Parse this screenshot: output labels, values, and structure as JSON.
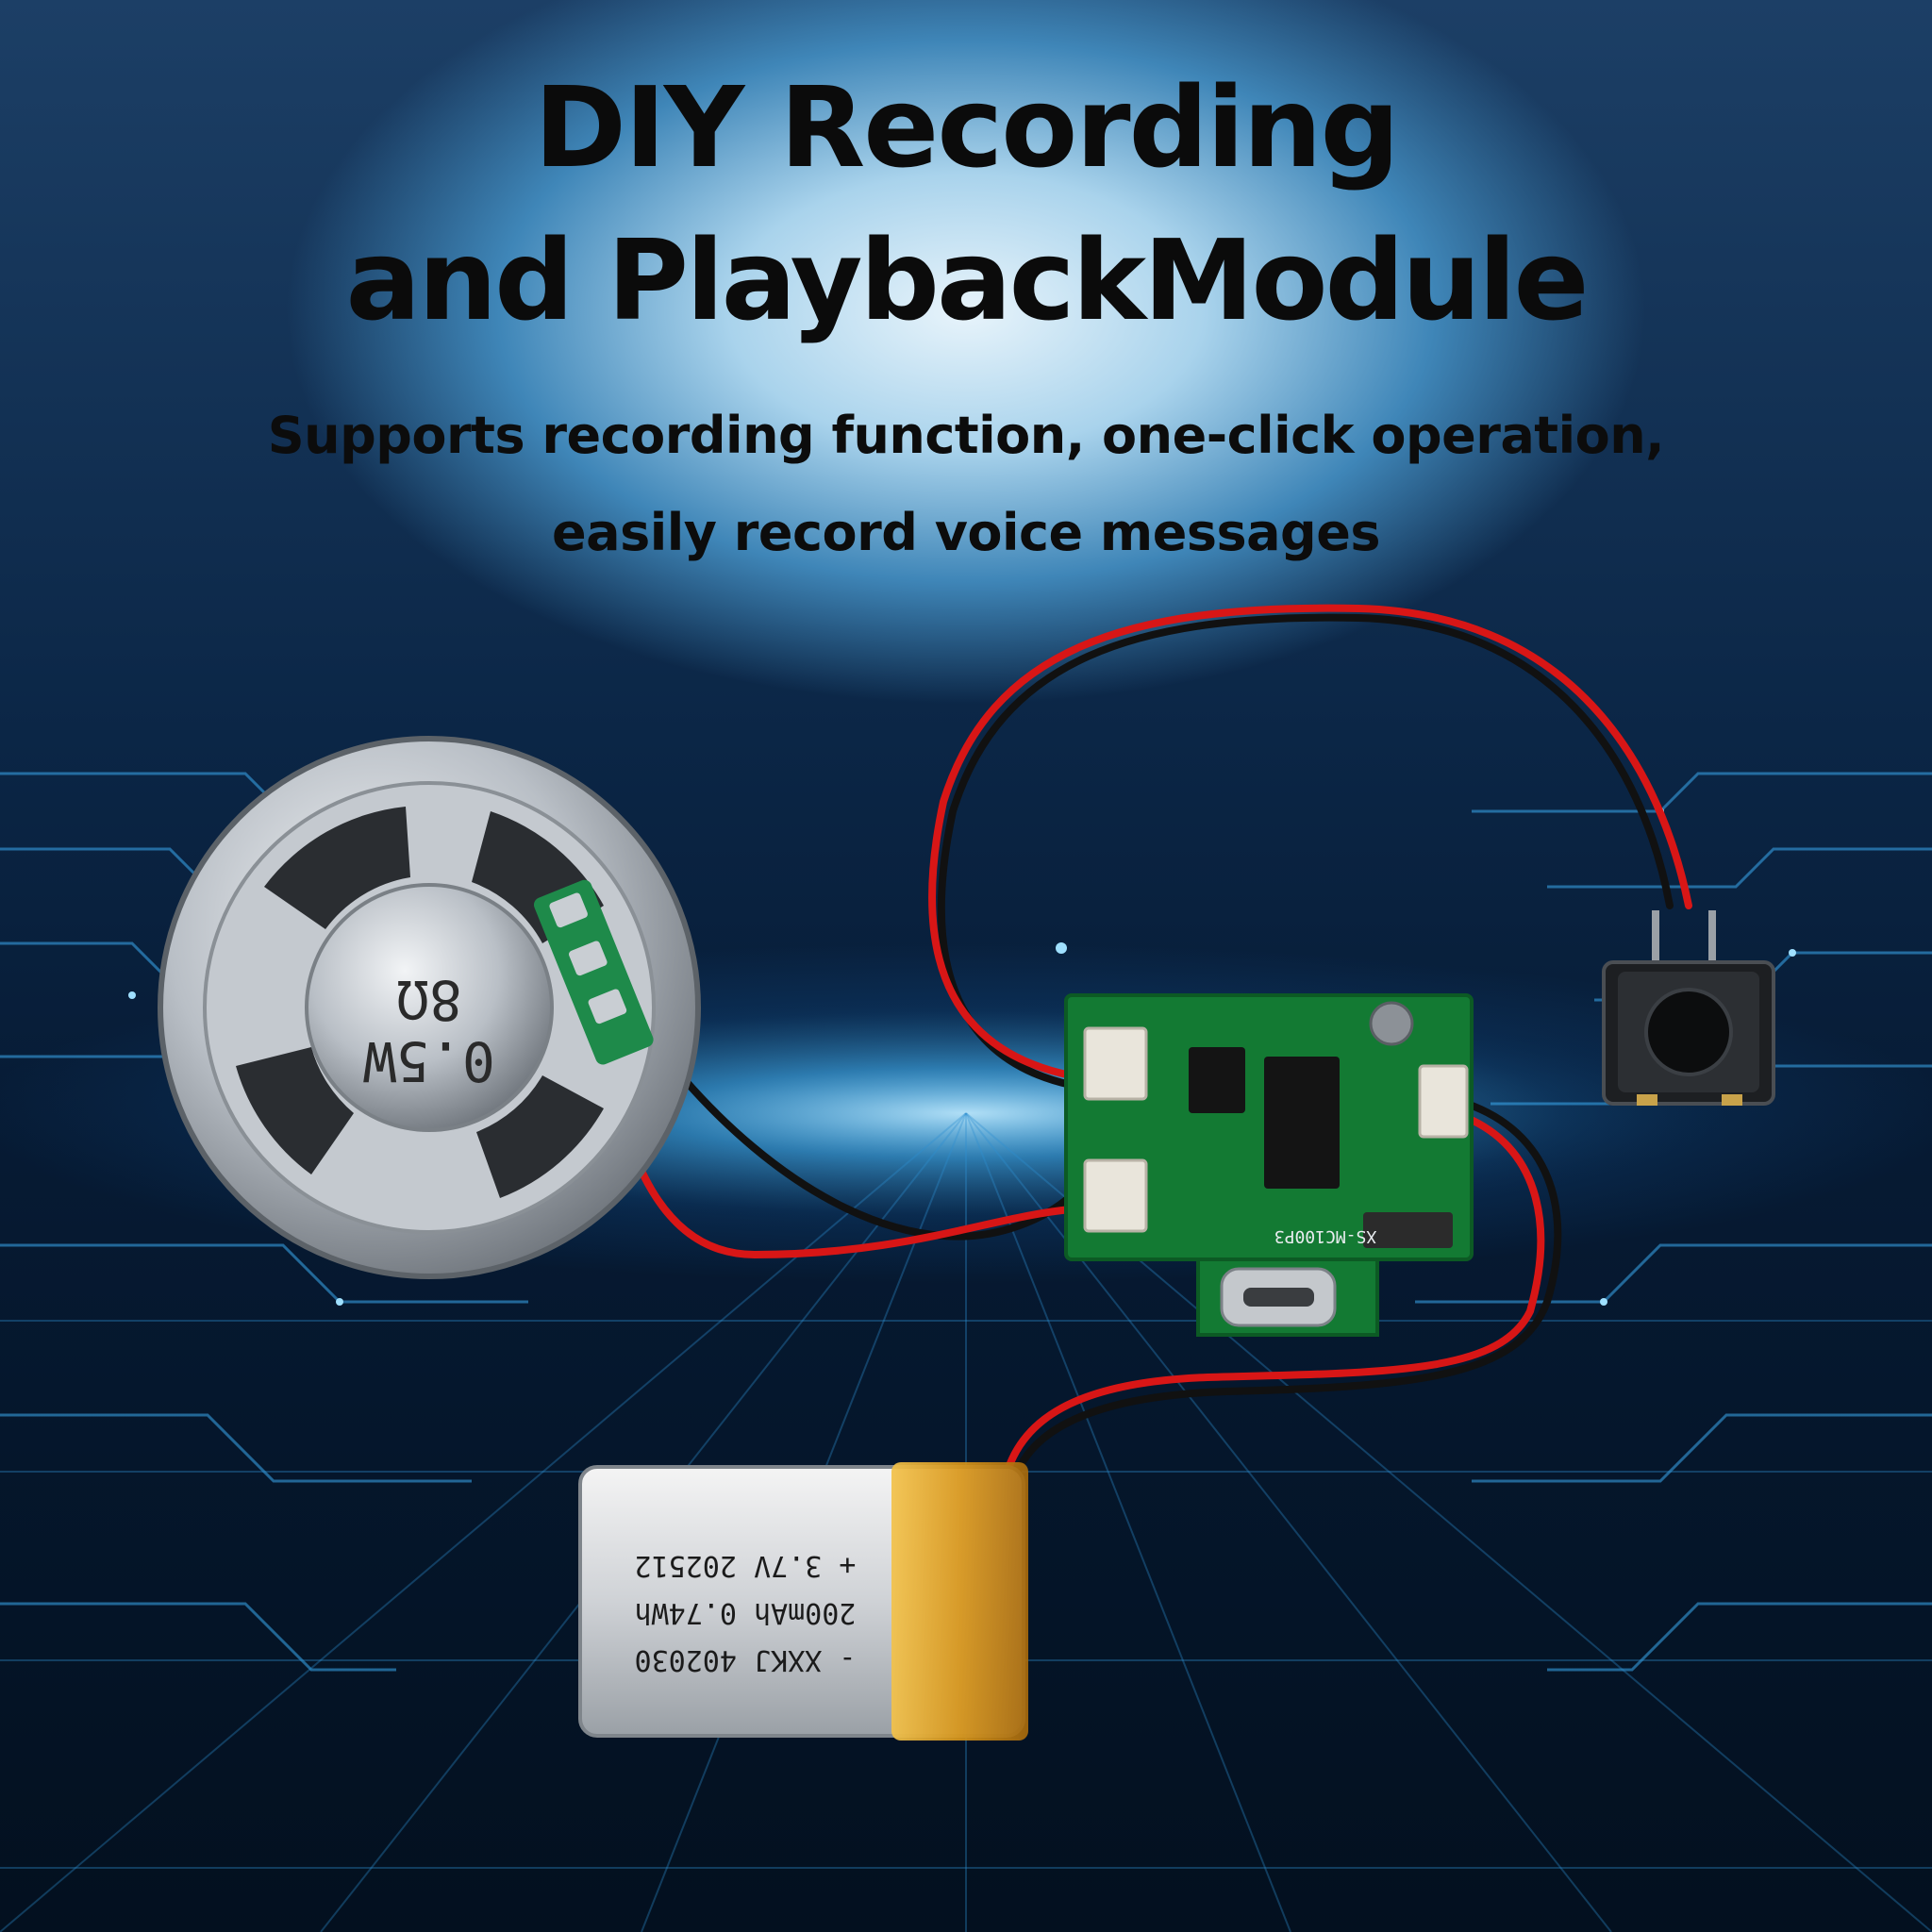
{
  "title": {
    "line1": "DIY Recording",
    "line2": "and PlaybackModule"
  },
  "subtitle": {
    "line1": "Supports recording function, one-click operation,",
    "line2": "easily record voice messages"
  },
  "speaker": {
    "label_ohm": "8Ω",
    "label_watt": "0.5W"
  },
  "battery": {
    "line1": "+ 3.7V 202512",
    "line2": "200mAh 0.74Wh",
    "line3": "- XXKJ 402030"
  },
  "pcb": {
    "silkscreen": "XS-MC100P3"
  },
  "colors": {
    "wire_red": "#d81616",
    "wire_black": "#111111",
    "pcb_green": "#137a33",
    "battery_gold": "#e0a020",
    "glow_blue": "#5fc8ff"
  }
}
